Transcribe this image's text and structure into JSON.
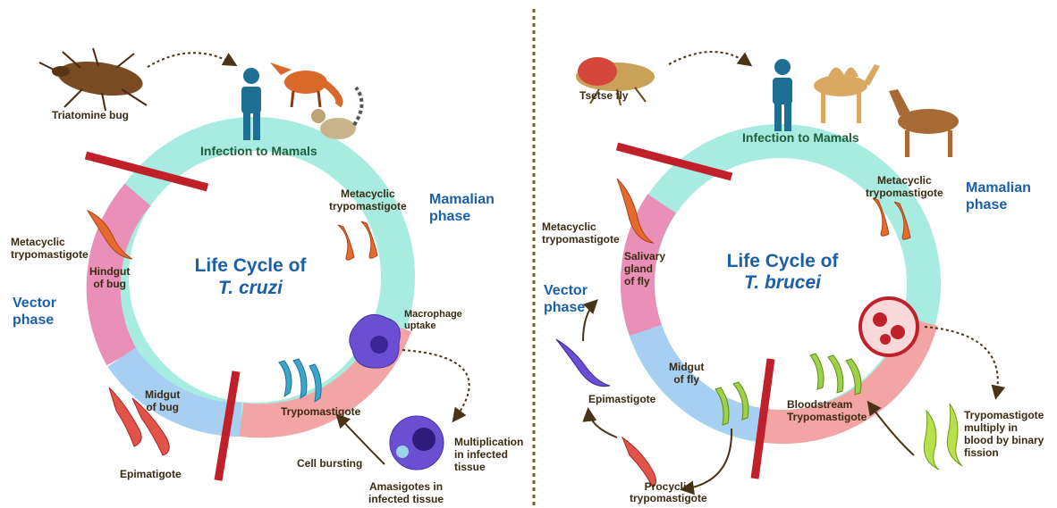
{
  "left": {
    "vector_label": "Triatomine bug",
    "infection": "Infection to Mamals",
    "mammalian_phase": "Mamalian\nphase",
    "vector_phase": "Vector\nphase",
    "title_line1": "Life Cycle of",
    "title_line2": "T. cruzi",
    "metacyclic_right": "Metacyclic\ntrypomastigote",
    "metacyclic_left": "Metacyclic\ntrypomastigote",
    "hindgut": "Hindgut\nof bug",
    "midgut": "Midgut\nof bug",
    "macrophage": "Macrophage\nuptake",
    "trypomastigote": "Trypomastigote",
    "multiplication": "Multiplication\nin infected\ntissue",
    "cell_bursting": "Cell bursting",
    "amastigotes": "Amasigotes in\ninfected tissue",
    "epimastigote": "Epimatigote"
  },
  "right": {
    "vector_label": "Tsetse fly",
    "infection": "Infection to Mamals",
    "mammalian_phase": "Mamalian\nphase",
    "vector_phase": "Vector\nphase",
    "title_line1": "Life Cycle of",
    "title_line2": "T. brucei",
    "metacyclic_right": "Metacyclic\ntrypomastigote",
    "metacyclic_left": "Metacyclic\ntrypomastigote",
    "salivary": "Salivary\ngland\nof fly",
    "midgut": "Midgut\nof fly",
    "epimastigote": "Epimastigote",
    "bloodstream": "Bloodstream\nTrypomastigote",
    "multiply": "Trypomastigote\nmultiply in\nblood by binary\nfission",
    "procyclic": "Procyclic\ntrypomastigote"
  },
  "colors": {
    "mammalian_ring": "#a8ece1",
    "hindgut_ring": "#e98fb8",
    "midgut_ring": "#a6cff2",
    "blood_ring": "#f3a4a4",
    "barrier": "#c0202a",
    "phase_text": "#1b5fa8",
    "parasite": "#e56a2e",
    "cell": "#6b4fd3"
  },
  "icons": [
    "triatomine-bug-icon",
    "human-icon",
    "fox-icon",
    "lemur-icon",
    "tsetse-fly-icon",
    "camel-icon",
    "horse-icon",
    "parasite-icon",
    "macrophage-icon",
    "red-blood-cell-icon"
  ]
}
